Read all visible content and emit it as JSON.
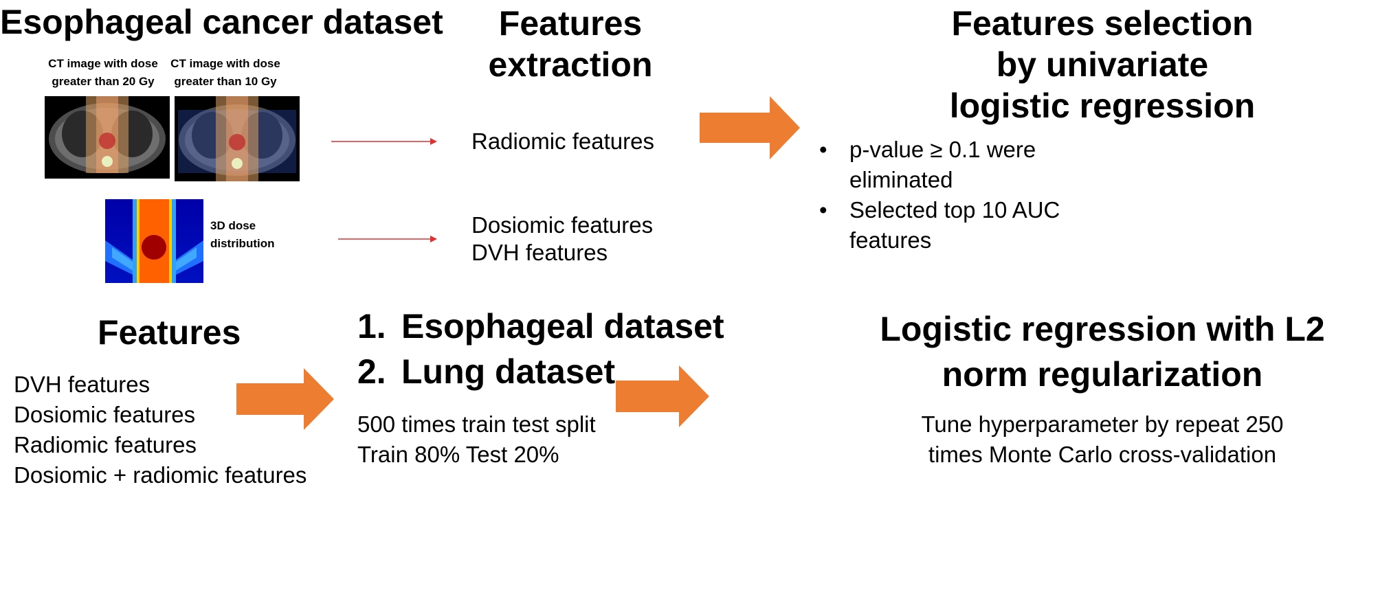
{
  "dataset_title": "Esophageal cancer dataset",
  "ct_images": [
    {
      "label_line1": "CT image with dose",
      "label_line2": "greater than 20 Gy"
    },
    {
      "label_line1": "CT image with dose",
      "label_line2": "greater than 10 Gy"
    }
  ],
  "dose_map": {
    "label_line1": "3D dose",
    "label_line2": "distribution"
  },
  "extraction": {
    "title_line1": "Features",
    "title_line2": "extraction",
    "outputs": {
      "radiomic": "Radiomic features",
      "dosiomic": "Dosiomic features",
      "dvh": "DVH features"
    }
  },
  "selection": {
    "title_line1": "Features selection",
    "title_line2": "by univariate",
    "title_line3": "logistic regression",
    "bullets": [
      {
        "line1": "p-value ≥ 0.1 were",
        "line2": "eliminated"
      },
      {
        "line1": "Selected top 10 AUC",
        "line2": "features"
      }
    ]
  },
  "features_block": {
    "title": "Features",
    "items": [
      "DVH features",
      "Dosiomic features",
      "Radiomic features",
      "Dosiomic + radiomic features"
    ]
  },
  "datasets_block": {
    "items": [
      {
        "num": "1.",
        "label": "Esophageal dataset"
      },
      {
        "num": "2.",
        "label": "Lung dataset"
      }
    ],
    "split_line1": "500 times train test split",
    "split_line2": "Train 80% Test 20%"
  },
  "model_block": {
    "title_line1": "Logistic regression with L2",
    "title_line2": "norm regularization",
    "tune_line1": "Tune hyperparameter by repeat 250",
    "tune_line2": "times Monte Carlo cross-validation"
  },
  "colors": {
    "arrow_orange": "#ED7D31",
    "thin_arrow_red": "#E03030"
  }
}
